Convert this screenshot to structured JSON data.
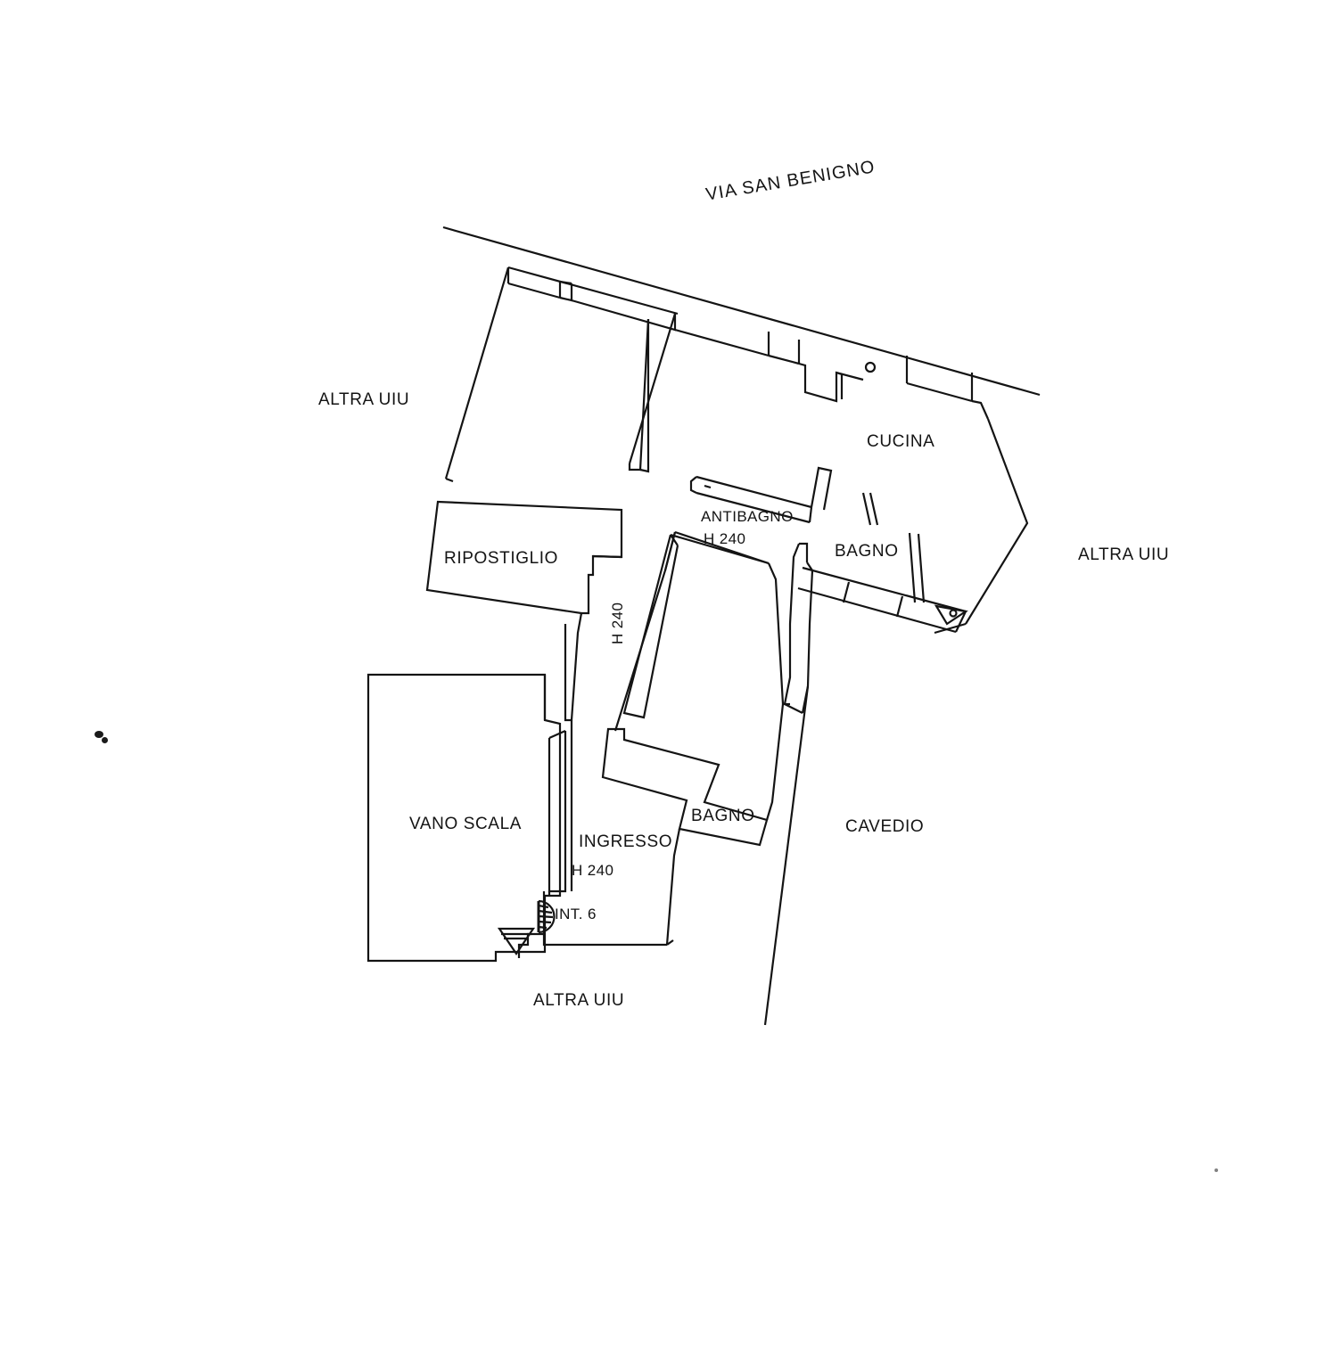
{
  "document": {
    "type": "floor-plan",
    "street_title": "VIA SAN BENIGNO",
    "unit_code": "INT. 6",
    "ink_color": "#141414",
    "paper_color": "#ffffff"
  },
  "labels": {
    "street": "VIA SAN BENIGNO",
    "altra_uiu_left": "ALTRA UIU",
    "altra_uiu_right": "ALTRA UIU",
    "altra_uiu_bottom": "ALTRA UIU",
    "cucina": "CUCINA",
    "antibagno": "ANTIBAGNO",
    "antibagno_height": "H 240",
    "bagno_upper": "BAGNO",
    "bagno_lower": "BAGNO",
    "ripostiglio": "RIPOSTIGLIO",
    "corridor_height": "H 240",
    "vano_scala": "VANO SCALA",
    "ingresso": "INGRESSO",
    "ingresso_height": "H 240",
    "interno": "INT. 6",
    "cavedio": "CAVEDIO"
  },
  "rooms": [
    {
      "name": "CUCINA",
      "label": "CUCINA",
      "type": "kitchen"
    },
    {
      "name": "ANTIBAGNO",
      "label": "ANTIBAGNO",
      "type": "ante-bathroom",
      "height_note": "H 240"
    },
    {
      "name": "BAGNO-UPPER",
      "label": "BAGNO",
      "type": "bathroom"
    },
    {
      "name": "BAGNO-LOWER",
      "label": "BAGNO",
      "type": "bathroom"
    },
    {
      "name": "RIPOSTIGLIO",
      "label": "RIPOSTIGLIO",
      "type": "storage"
    },
    {
      "name": "VANO-SCALA",
      "label": "VANO SCALA",
      "type": "stairwell"
    },
    {
      "name": "INGRESSO",
      "label": "INGRESSO",
      "type": "entrance",
      "height_note": "H 240"
    },
    {
      "name": "CAVEDIO",
      "label": "CAVEDIO",
      "type": "light-well"
    }
  ],
  "annotations": [
    {
      "text": "ALTRA UIU",
      "meaning": "other real-estate unit",
      "position": "left"
    },
    {
      "text": "ALTRA UIU",
      "meaning": "other real-estate unit",
      "position": "right"
    },
    {
      "text": "ALTRA UIU",
      "meaning": "other real-estate unit",
      "position": "bottom"
    },
    {
      "text": "H 240",
      "meaning": "ceiling height 240 cm",
      "position": "antibagno"
    },
    {
      "text": "H 240",
      "meaning": "ceiling height 240 cm",
      "position": "corridor-vertical"
    },
    {
      "text": "H 240",
      "meaning": "ceiling height 240 cm",
      "position": "ingresso"
    },
    {
      "text": "INT. 6",
      "meaning": "apartment number 6 entrance door",
      "position": "entry-door"
    }
  ],
  "symbols": [
    {
      "name": "entry-door-swing",
      "description": "door leaf with quarter-circle swing at apartment entrance"
    },
    {
      "name": "north-arrow",
      "description": "small triangular orientation marker below the entrance"
    },
    {
      "name": "pillar-circle",
      "description": "small circle in the kitchen outer wall"
    },
    {
      "name": "scan-smudge-left",
      "description": "ink speck at left margin"
    },
    {
      "name": "scan-dot-bottom-right",
      "description": "ink dot at lower right margin"
    }
  ]
}
